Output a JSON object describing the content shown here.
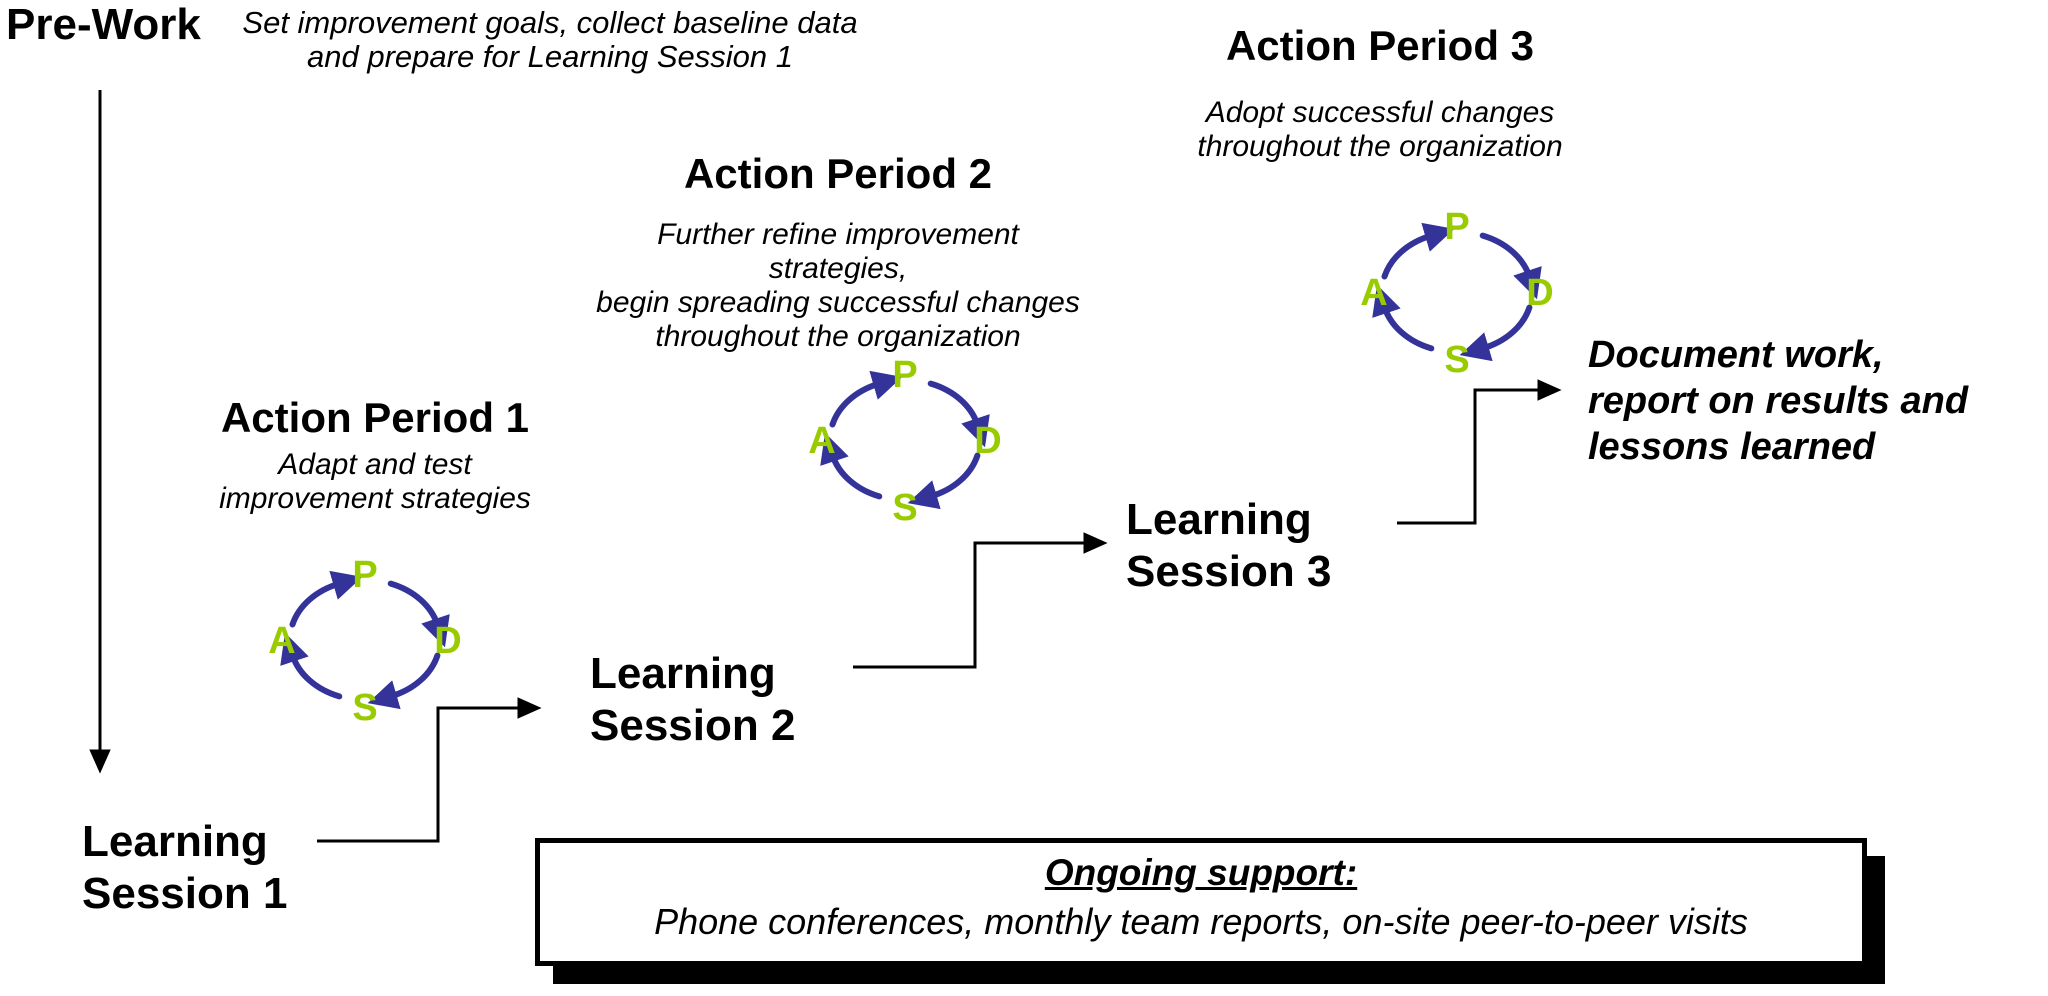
{
  "colors": {
    "pdsa_green": "#99CC00",
    "pdsa_blue": "#333399",
    "connector_black": "#000000"
  },
  "prework": {
    "title": "Pre-Work",
    "note_lines": [
      "Set improvement goals, collect baseline data",
      "and prepare for Learning Session 1"
    ]
  },
  "action_periods": [
    {
      "title": "Action Period 1",
      "desc_lines": [
        "Adapt and test",
        "improvement strategies"
      ]
    },
    {
      "title": "Action Period 2",
      "desc_lines": [
        "Further refine improvement strategies,",
        "begin spreading successful changes",
        "throughout the organization"
      ]
    },
    {
      "title": "Action Period 3",
      "desc_lines": [
        "Adopt successful changes",
        "throughout the organization"
      ]
    }
  ],
  "learning_sessions": [
    {
      "line1": "Learning",
      "line2": "Session 1"
    },
    {
      "line1": "Learning",
      "line2": "Session 2"
    },
    {
      "line1": "Learning",
      "line2": "Session 3"
    }
  ],
  "pdsa": {
    "p": "P",
    "d": "D",
    "s": "S",
    "a": "A"
  },
  "outcome": {
    "lines": [
      "Document work,",
      "report on results and",
      "lessons learned"
    ]
  },
  "support_box": {
    "title": "Ongoing support:",
    "body": "Phone conferences, monthly team reports, on-site peer-to-peer visits"
  }
}
